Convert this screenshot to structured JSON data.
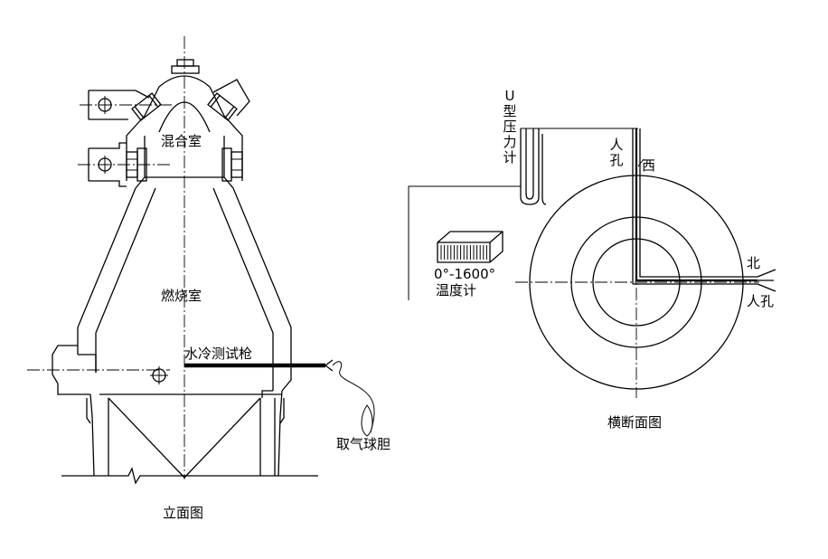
{
  "elevation": {
    "mixing_chamber": "混合室",
    "combustion_chamber": "燃烧室",
    "probe": "水冷测试枪",
    "gas_bag": "取气球胆",
    "caption": "立面图"
  },
  "cross_section": {
    "u_gauge": "U型压力计",
    "thermometer": "0°-1600°",
    "thermometer_name": "温度计",
    "manhole_top": "人孔",
    "west": "西",
    "north": "北",
    "manhole_right": "人孔",
    "caption": "横断面图"
  }
}
